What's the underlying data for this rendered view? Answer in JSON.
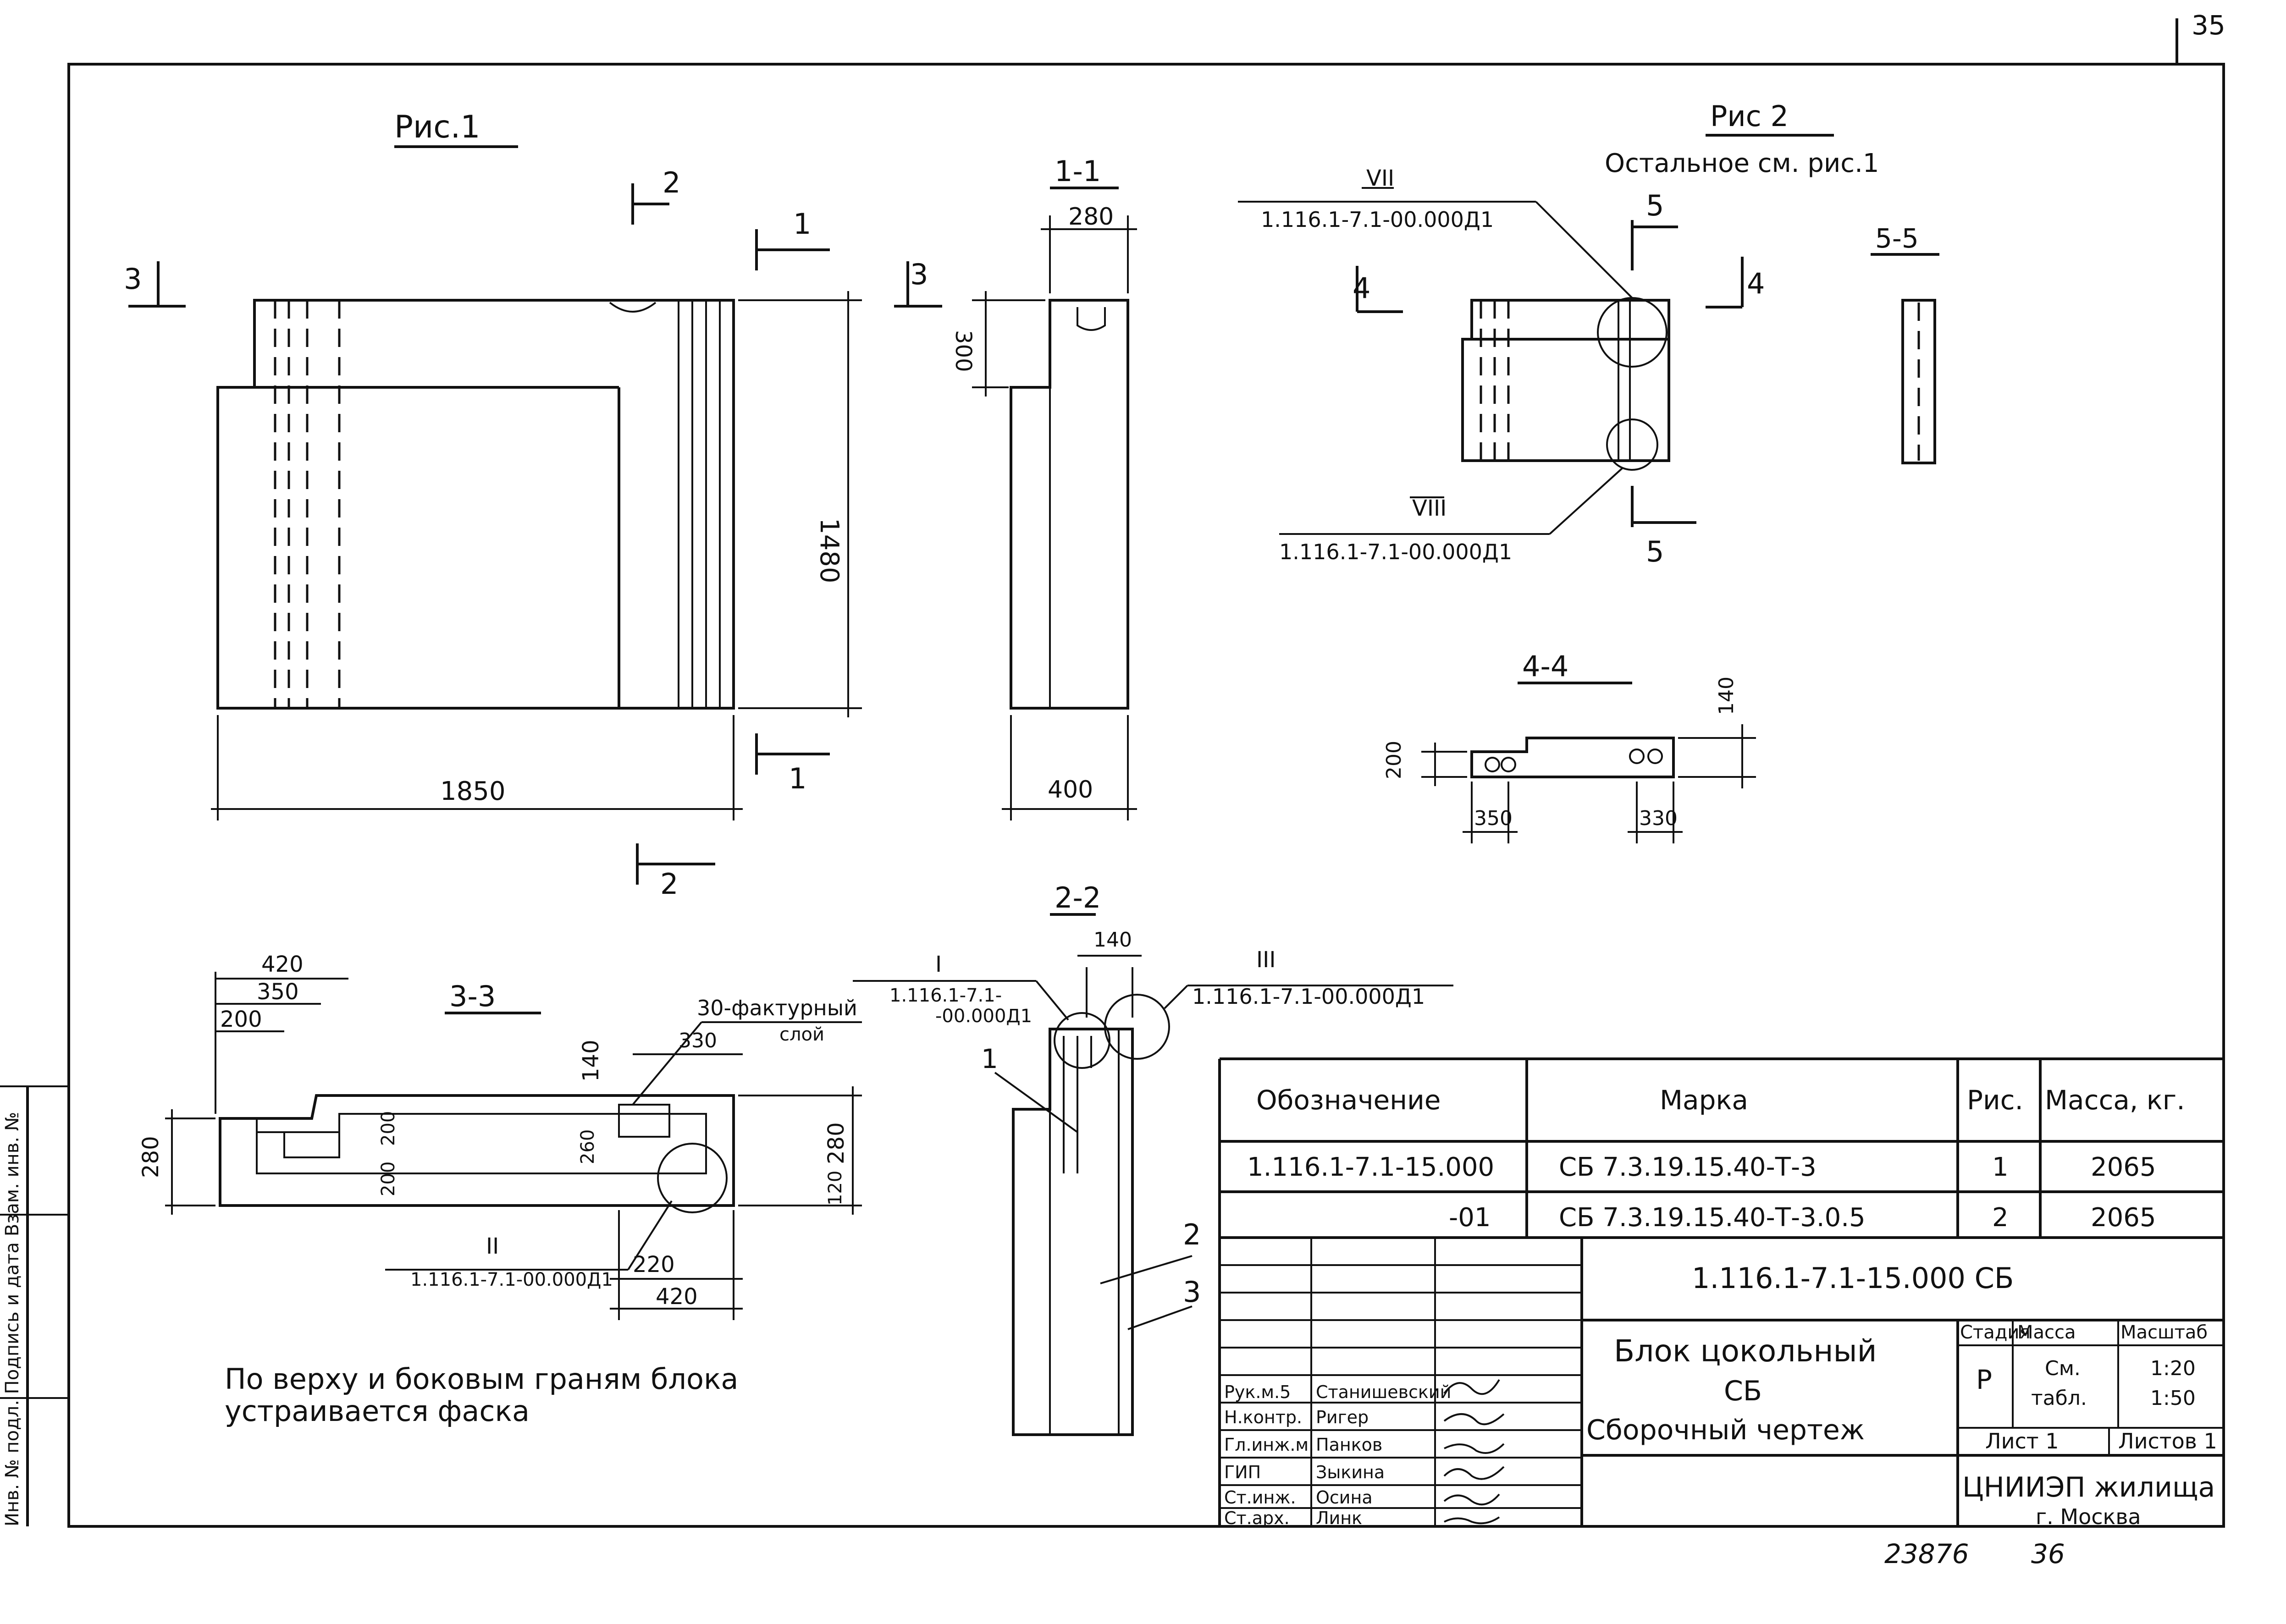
{
  "page_number": "35",
  "figures": {
    "fig1_title": "Рис.1",
    "fig2_title": "Рис 2",
    "fig2_note": "Остальное см. рис.1",
    "section_1_1": "1-1",
    "section_2_2": "2-2",
    "section_3_3": "3-3",
    "section_4_4": "4-4",
    "section_5_5": "5-5"
  },
  "section_marks": {
    "m1": "1",
    "m2": "2",
    "m3": "3",
    "m4": "4",
    "m5": "5"
  },
  "dimensions": {
    "fig1_width": "1850",
    "fig1_height": "1480",
    "s11_top": "280",
    "s11_bottom": "400",
    "s11_notch": "300",
    "s33_a": "420",
    "s33_b": "350",
    "s33_c": "200",
    "s33_left": "280",
    "s33_140": "140",
    "s33_330": "330",
    "s33_200a": "200",
    "s33_200b": "200",
    "s33_260": "260",
    "s33_right": "280",
    "s33_120": "120",
    "s33_220": "220",
    "s33_420b": "420",
    "s22_140": "140",
    "s44_200": "200",
    "s44_140": "140",
    "s44_350": "350",
    "s44_330": "330"
  },
  "callouts": {
    "vii_num": "VII",
    "vii_ref": "1.116.1-7.1-00.000Д1",
    "viii_num": "VIII",
    "viii_ref": "1.116.1-7.1-00.000Д1",
    "ii_num": "II",
    "ii_ref": "1.116.1-7.1-00.000Д1",
    "i_num": "I",
    "i_ref_1": "1.116.1-7.1-",
    "i_ref_2": "-00.000Д1",
    "iii_num": "III",
    "iii_ref": "1.116.1-7.1-00.000Д1",
    "facing_layer_1": "30-фактурный",
    "facing_layer_2": "слой",
    "pos_1": "1",
    "pos_2": "2",
    "pos_3": "3"
  },
  "note": {
    "line1": "По верху и боковым граням блока",
    "line2": "устраивается    фаска"
  },
  "spec_table": {
    "headers": [
      "Обозначение",
      "Марка",
      "Рис.",
      "Масса, кг."
    ],
    "rows": [
      [
        "1.116.1-7.1-15.000",
        "СБ 7.3.19.15.40-Т-3",
        "1",
        "2065"
      ],
      [
        "-01",
        "СБ 7.3.19.15.40-Т-3.0.5",
        "2",
        "2065"
      ]
    ]
  },
  "title_block": {
    "doc_code": "1.116.1-7.1-15.000 СБ",
    "name_1": "Блок цокольный",
    "name_2": "СБ",
    "name_3": "Сборочный чертеж",
    "stage_label": "Стадия",
    "mass_label": "Масса",
    "scale_label": "Масштаб",
    "stage_value": "Р",
    "mass_value_1": "См.",
    "mass_value_2": "табл.",
    "scale_1": "1:20",
    "scale_2": "1:50",
    "sheet": "Лист 1",
    "sheets": "Листов 1",
    "org_1": "ЦНИИЭП жилища",
    "org_2": "г. Москва",
    "signatures": [
      {
        "role": "Рук.м.5",
        "name": "Станишевский"
      },
      {
        "role": "Н.контр.",
        "name": "Ригер"
      },
      {
        "role": "Гл.инж.м.",
        "name": "Панков"
      },
      {
        "role": "ГИП",
        "name": "Зыкина"
      },
      {
        "role": "Ст.инж.",
        "name": "Осина"
      },
      {
        "role": "Ст.арх.",
        "name": "Линк"
      }
    ]
  },
  "margin_label": "Инв. № подл. Подпись и дата Взам. инв. №",
  "footer": {
    "number": "23876",
    "page": "36"
  }
}
